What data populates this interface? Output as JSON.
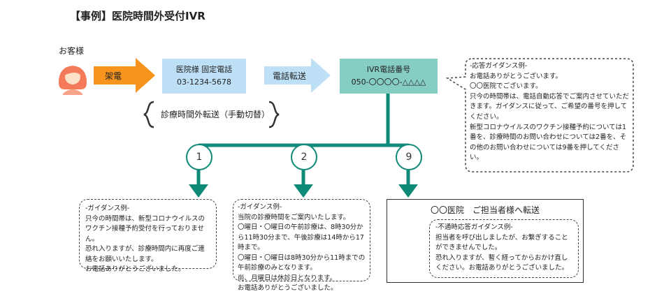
{
  "title": "【事例】医院時間外受付IVR",
  "caller_label": "お客様",
  "call_label": "架電",
  "hospital_box": {
    "line1": "医院様 固定電話",
    "line2": "03-1234-5678"
  },
  "forward_label": "電話転送",
  "ivr_box": {
    "line1": "IVR電話番号",
    "line2": "050-〇〇〇〇-△△△△"
  },
  "brace_text": "診療時間外転送（手動切替）",
  "branches": [
    "1",
    "2",
    "9"
  ],
  "guidance_main": {
    "lines": [
      "-応答ガイダンス例-",
      "お電話ありがとうございます。",
      "〇〇医院でございます。",
      "只今の時間帯は、電話自動応答でご案内させていただきます。ガイダンスに従って、ご希望の番号を押してください。",
      "新型コロナウイルスのワクチン接種予約については1番を、診療時間のお問い合わせについては2番を、その他のお問い合わせについては9番を押してください。"
    ]
  },
  "guidance_1": {
    "lines": [
      "-ガイダンス例-",
      "只今の時間帯は、新型コロナウイルスのワクチン接種予約受付を行っておりません。",
      "恐れ入りますが、診療時間内に再度ご連絡をお願いいたします。",
      "お電話ありがとうございました。"
    ]
  },
  "guidance_2": {
    "lines": [
      "-ガイダンス例-",
      "当院の診療時間をご案内いたします。",
      "〇曜日・〇曜日の午前診療は、8時30分から11時30分まで、午後診療は14時から17時まで。",
      "〇曜日・〇曜日は8時30分から11時までの午前診療のみとなります。",
      "尚、月曜日は休診日となります。",
      "お電話ありがとうございました。"
    ]
  },
  "transfer": {
    "title": "〇〇医院　ご担当者様へ転送",
    "lines": [
      "-不通時応答ガイダンス例-",
      "担当者を呼び出しましたが、お繋ぎすることができませんでした。",
      "恐れ入りますが、暫く経ってからおかけ直しください。お電話ありがとうございました。"
    ]
  },
  "colors": {
    "teal": "#0f8a78",
    "orange_arrow": "#f7941d",
    "blue_arrow": "#bde0f7",
    "hospital_box": "#bde0f7",
    "ivr_box": "#86cdc3"
  },
  "icons": [
    "caller-woman-icon",
    "staff-man-icon"
  ]
}
